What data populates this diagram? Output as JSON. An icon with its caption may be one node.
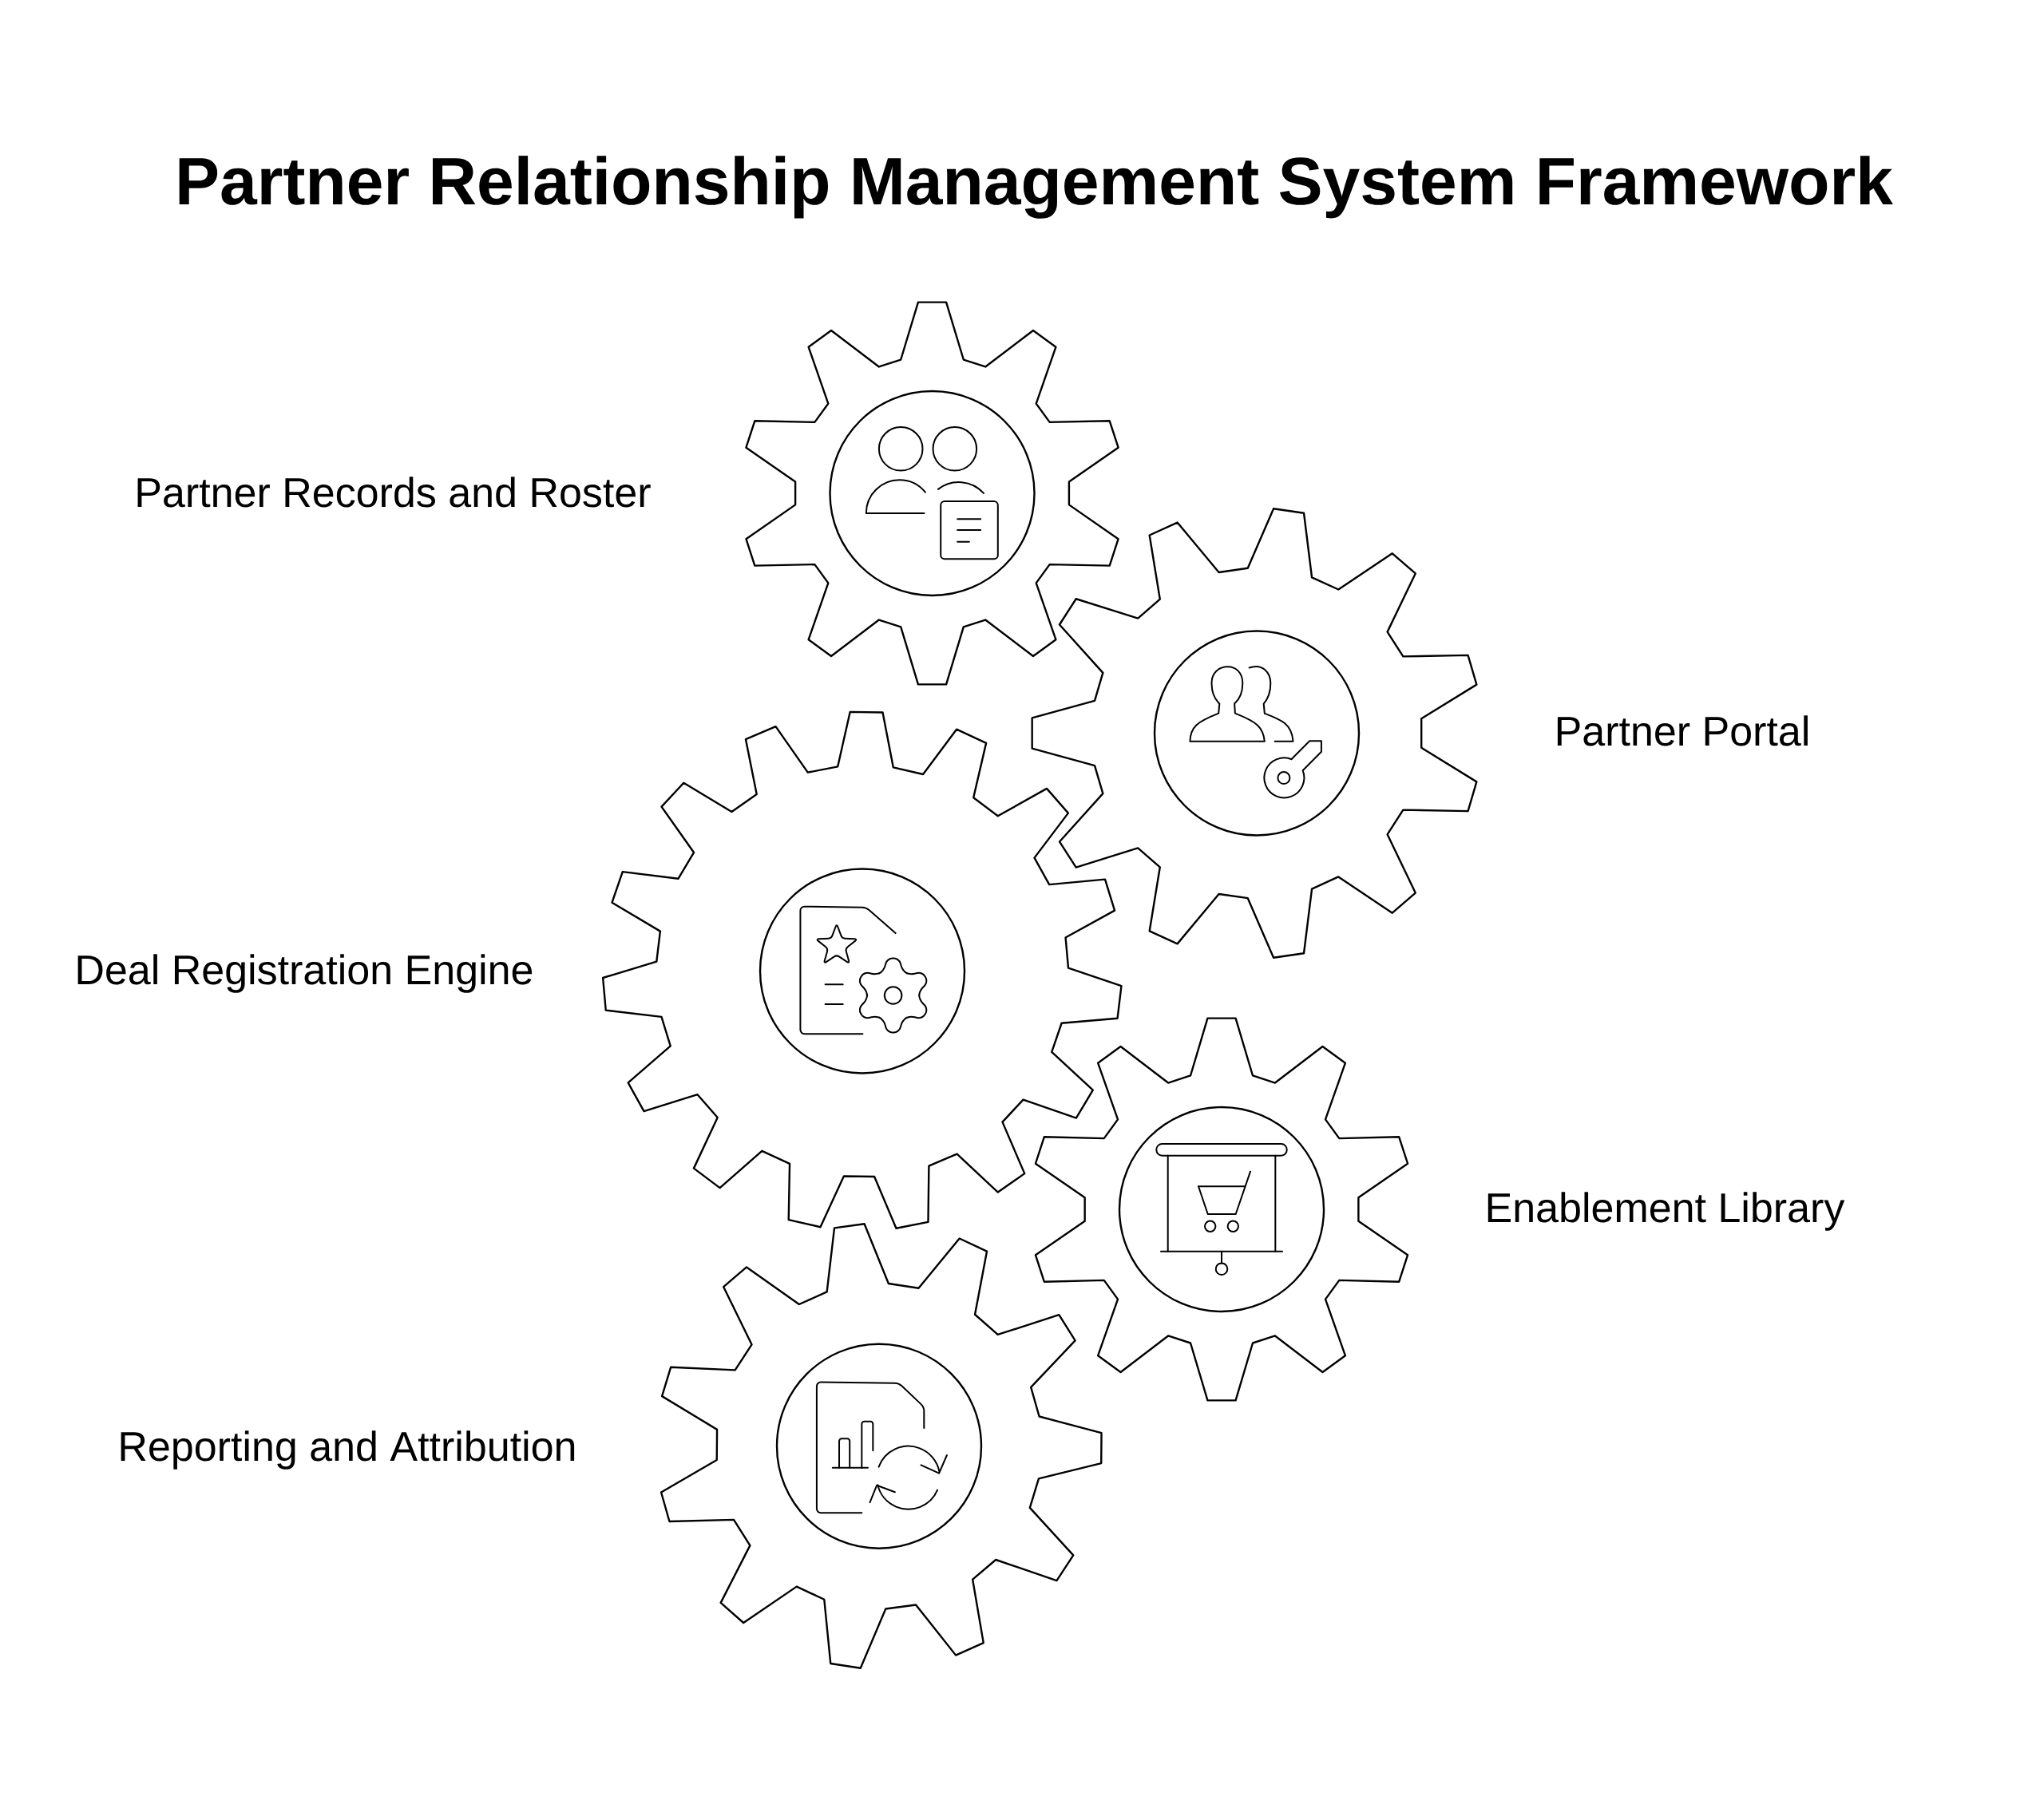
{
  "diagram": {
    "title": "Partner Relationship Management System Framework",
    "nodes": [
      {
        "text": [],
        "shape": "gear",
        "beside": [
          "Partner Records and Roster"
        ]
      },
      {
        "text": [],
        "shape": "gear",
        "beside": [
          "Partner Portal"
        ]
      },
      {
        "text": [],
        "shape": "gear",
        "beside": [
          "Deal Registration Engine"
        ]
      },
      {
        "text": [],
        "shape": "gear",
        "beside": [
          "Enablement Library"
        ]
      },
      {
        "text": [],
        "shape": "gear",
        "beside": [
          "Reporting and Attribution"
        ]
      }
    ]
  }
}
